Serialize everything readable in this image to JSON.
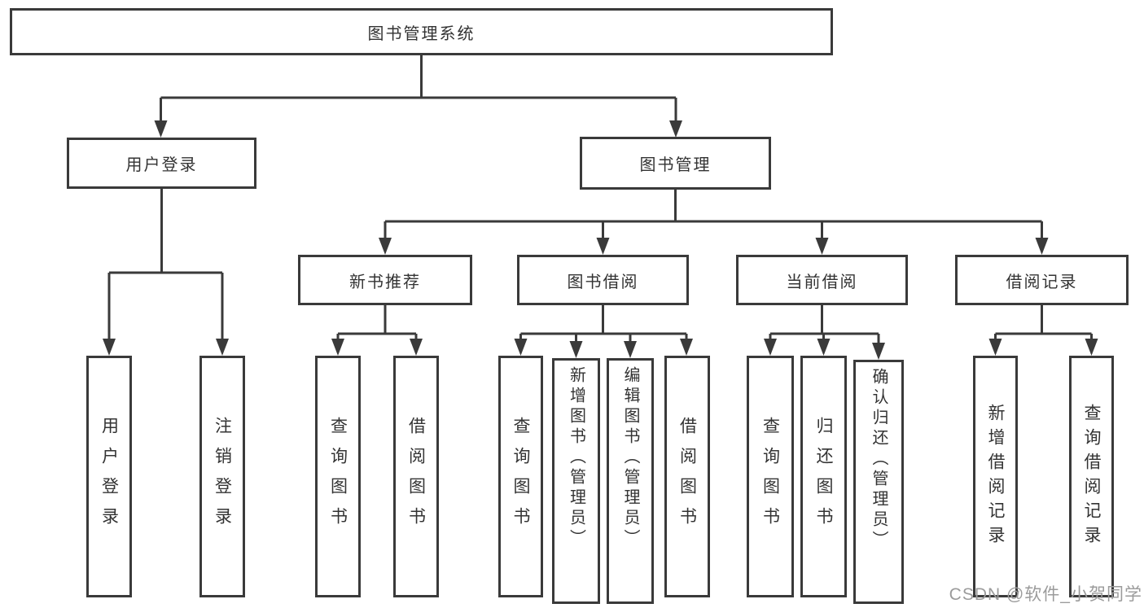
{
  "diagram": {
    "title": "图书管理系统",
    "level2": [
      {
        "label": "用户登录",
        "children": [
          {
            "label": "用户登录"
          },
          {
            "label": "注销登录"
          }
        ]
      },
      {
        "label": "图书管理",
        "sections": [
          {
            "label": "新书推荐",
            "children": [
              {
                "label": "查询图书"
              },
              {
                "label": "借阅图书"
              }
            ]
          },
          {
            "label": "图书借阅",
            "children": [
              {
                "label": "查询图书"
              },
              {
                "label": "新增图书（管理员）"
              },
              {
                "label": "编辑图书（管理员）"
              },
              {
                "label": "借阅图书"
              }
            ]
          },
          {
            "label": "当前借阅",
            "children": [
              {
                "label": "查询图书"
              },
              {
                "label": "归还图书"
              },
              {
                "label": "确认归还（管理员）"
              }
            ]
          },
          {
            "label": "借阅记录",
            "children": [
              {
                "label": "新增借阅记录"
              },
              {
                "label": "查询借阅记录"
              }
            ]
          }
        ]
      }
    ]
  },
  "watermark": "CSDN @软件_小贺同学",
  "colors": {
    "line": "#3a3a3a",
    "text": "#333333",
    "box_background": "#ffffff",
    "watermark": "#9b9b9b"
  }
}
